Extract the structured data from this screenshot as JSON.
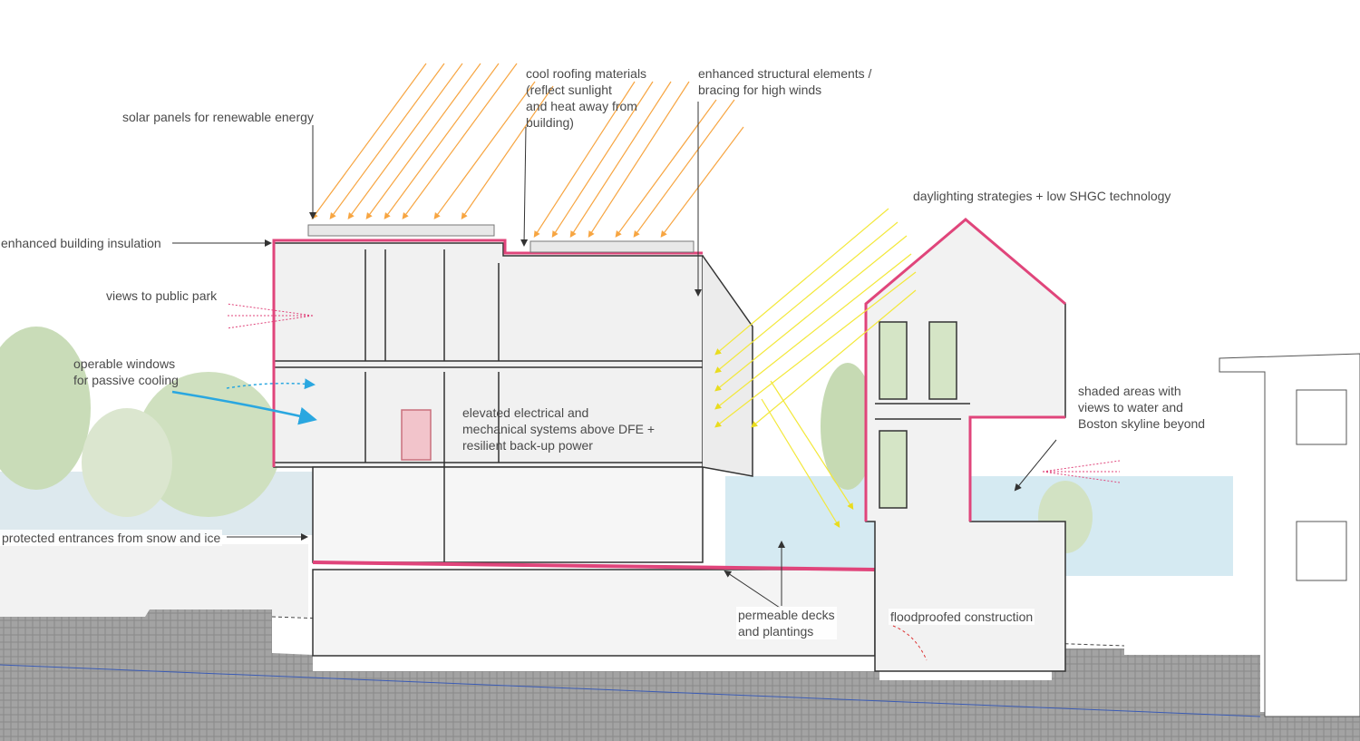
{
  "labels": {
    "cool_roofing": "cool roofing materials\n(reflect sunlight\nand heat away from\nbuilding)",
    "structural": "enhanced structural elements /\nbracing for high winds",
    "solar": "solar panels for renewable energy",
    "daylighting": "daylighting strategies + low SHGC technology",
    "insulation": "enhanced building insulation",
    "views_park": "views to public park",
    "operable_windows": "operable windows\nfor passive cooling",
    "elevated_systems": "elevated electrical and\nmechanical systems above DFE +\nresilient back-up power",
    "shaded_areas": "shaded areas with\nviews to water and\nBoston skyline beyond",
    "protected_entrances": "protected entrances from snow and ice",
    "permeable_decks": "permeable decks\nand plantings",
    "floodproofed": "floodproofed construction"
  },
  "colors": {
    "sun_rays": "#f7a541",
    "daylight_rays": "#f3e83a",
    "insulation": "#e0457b",
    "airflow": "#2aa7e0",
    "ground": "#9a9a9a",
    "water": "#d5eaf2"
  }
}
